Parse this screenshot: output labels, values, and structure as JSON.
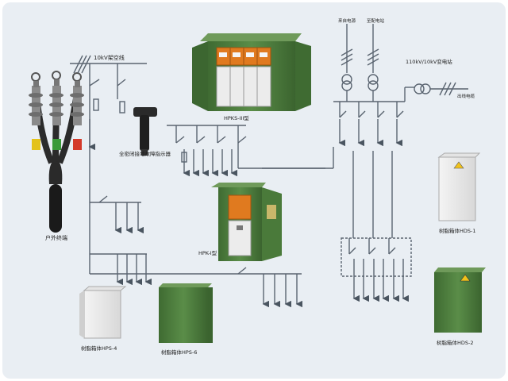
{
  "labels": {
    "overhead_line": "10kV架空线",
    "outdoor_termination": "户外终端",
    "fault_indicator_note": "全密闭接地故障指示器",
    "hxgn_cabinet": "HPKS-III型",
    "ring_main_unit": "HPK-I型",
    "substation_line": "110kV/10kV变电站",
    "transformer_feed_a": "来自电源",
    "transformer_feed_b": "至配电站",
    "outgoing_line": "出线电缆",
    "branch_box_1": "树脂箱体HDS-1",
    "branch_box_2": "树脂箱体HDS-2",
    "branch_box_4": "树脂箱体HPS-4",
    "branch_box_6": "树脂箱体HPS-6"
  },
  "colors": {
    "cabinet_green": "#4d7f3c",
    "panel_orange": "#e07a1f",
    "line": "#5a6470",
    "phase_yellow": "#e3c21a",
    "phase_green": "#3a9a3a",
    "phase_red": "#d43a2a"
  }
}
